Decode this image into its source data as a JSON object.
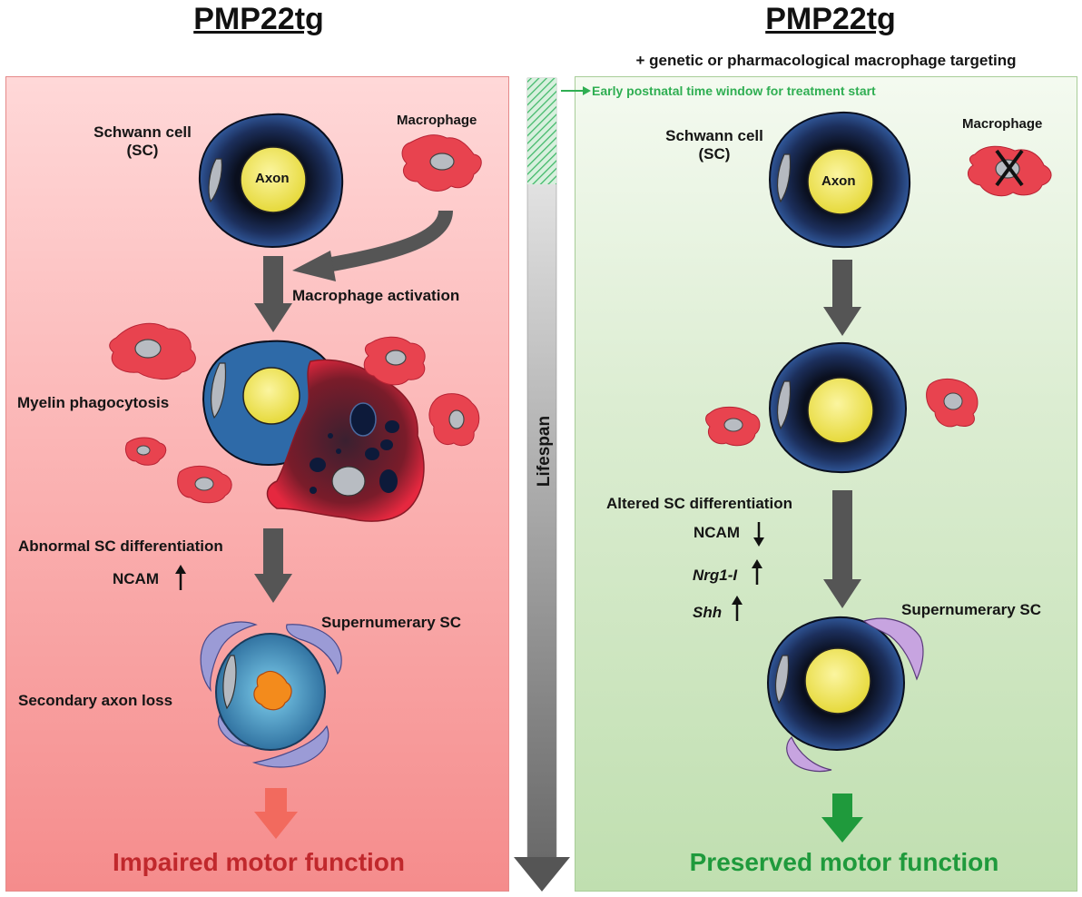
{
  "left": {
    "title": "PMP22tg",
    "schwann_label": "Schwann cell\n(SC)",
    "axon_label": "Axon",
    "macrophage_label": "Macrophage",
    "activation_label": "Macrophage activation",
    "phagocytosis_label": "Myelin phagocytosis",
    "differentiation_label": "Abnormal SC differentiation",
    "ncam_label": "NCAM",
    "supernumerary_label": "Supernumerary SC",
    "axon_loss_label": "Secondary axon loss",
    "outcome": "Impaired motor function",
    "outcome_color": "#c0282c"
  },
  "right": {
    "title": "PMP22tg",
    "subtitle": "+ genetic or pharmacological macrophage targeting",
    "window_label": "Early postnatal time window for treatment start",
    "schwann_label": "Schwann cell\n(SC)",
    "axon_label": "Axon",
    "macrophage_label": "Macrophage",
    "differentiation_label": "Altered SC differentiation",
    "ncam_label": "NCAM",
    "nrg_label": "Nrg1-I",
    "shh_label": "Shh",
    "supernumerary_label": "Supernumerary SC",
    "outcome": "Preserved motor function",
    "outcome_color": "#1f9a3c"
  },
  "lifespan_label": "Lifespan",
  "colors": {
    "macrophage": "#e8434f",
    "schwann_dark": "#15213f",
    "schwann_blue": "#2e4f8e",
    "axon": "#f3ea57",
    "window_green": "#2fae52"
  }
}
